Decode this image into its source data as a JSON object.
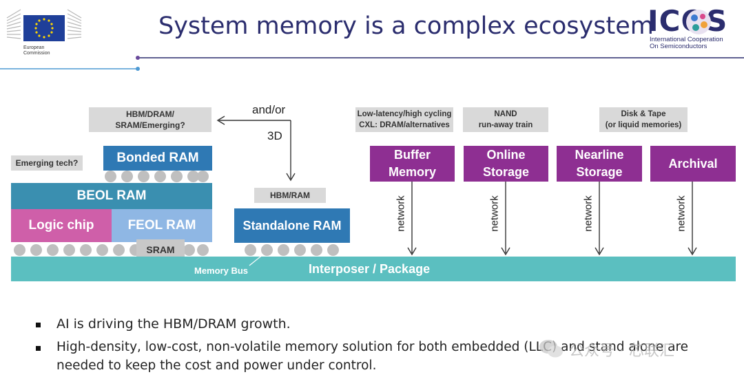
{
  "header": {
    "title": "System memory is a complex ecosystem",
    "left_logo_text": [
      "European",
      "Commission"
    ],
    "right_logo_name": "ICOS",
    "right_logo_sub": [
      "International Cooperation",
      "On Semiconductors"
    ]
  },
  "diagram": {
    "label_hbm_dram_sram": [
      "HBM/DRAM/",
      "SRAM/Emerging?"
    ],
    "label_andor": "and/or",
    "label_3d": "3D",
    "label_emerging": "Emerging tech?",
    "bonded_ram": "Bonded RAM",
    "beol_ram": "BEOL RAM",
    "logic_chip": "Logic chip",
    "feol_ram": "FEOL RAM",
    "sram": "SRAM",
    "hbm_ram": "HBM/RAM",
    "standalone_ram": "Standalone RAM",
    "memory_bus": "Memory Bus",
    "interposer": "Interposer / Package",
    "tiers": [
      {
        "note": [
          "Low-latency/high cycling",
          "CXL: DRAM/alternatives"
        ],
        "label": [
          "Buffer",
          "Memory"
        ]
      },
      {
        "note": [
          "NAND",
          "run-away train"
        ],
        "label": [
          "Online",
          "Storage"
        ]
      },
      {
        "note": [
          "Disk & Tape",
          "(or liquid memories)"
        ],
        "label": [
          "Nearline",
          "Storage"
        ]
      },
      {
        "note": [],
        "label": [
          "Archival"
        ]
      }
    ],
    "network_label": "network"
  },
  "bullets": [
    "AI is driving the HBM/DRAM growth.",
    "High-density, low-cost, non-volatile memory solution for both embedded (LLC) and stand alone are",
    "needed to keep the cost and power under control."
  ],
  "watermark": "公众号 · 芯联汇"
}
